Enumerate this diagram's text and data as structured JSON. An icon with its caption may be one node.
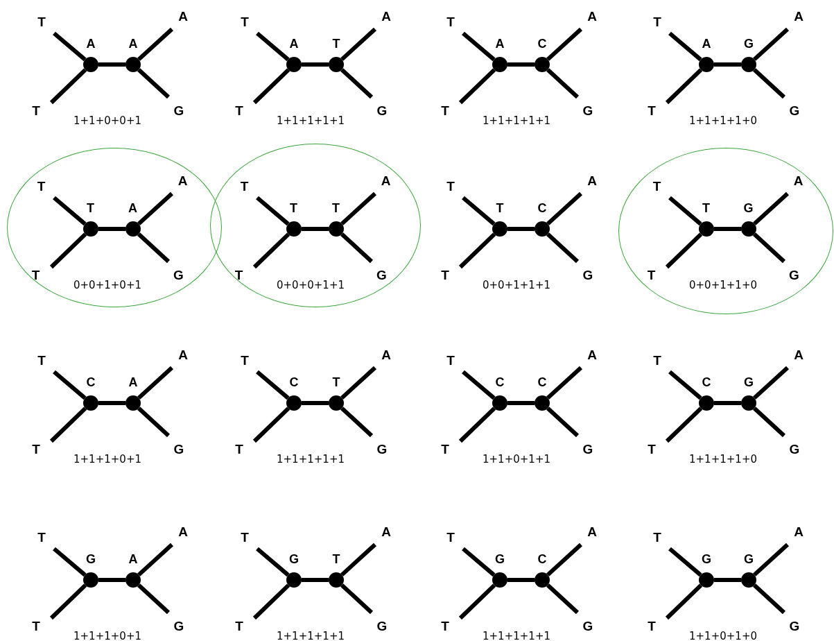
{
  "diagram": {
    "nodes": [
      {
        "text": [
          "T"
        ]
      },
      {
        "text": [],
        "shape": "circle",
        "beside": [
          "A"
        ]
      },
      {
        "text": [],
        "shape": "circle",
        "beside": [
          "A"
        ]
      },
      {
        "text": [
          "A"
        ]
      },
      {
        "text": [
          "T"
        ]
      },
      {
        "text": [
          "G"
        ]
      },
      {
        "text": [
          "T"
        ]
      },
      {
        "text": [],
        "shape": "circle",
        "beside": [
          "A"
        ]
      },
      {
        "text": [],
        "shape": "circle",
        "beside": [
          "T"
        ]
      },
      {
        "text": [
          "A"
        ]
      },
      {
        "text": [
          "T"
        ]
      },
      {
        "text": [
          "G"
        ]
      },
      {
        "text": [
          "T"
        ]
      },
      {
        "text": [],
        "shape": "circle",
        "beside": [
          "A"
        ]
      },
      {
        "text": [],
        "shape": "circle",
        "beside": [
          "C"
        ]
      },
      {
        "text": [
          "A"
        ]
      },
      {
        "text": [
          "T"
        ]
      },
      {
        "text": [
          "G"
        ]
      },
      {
        "text": [
          "T"
        ]
      },
      {
        "text": [],
        "shape": "circle",
        "beside": [
          "A"
        ]
      },
      {
        "text": [],
        "shape": "circle",
        "beside": [
          "G"
        ]
      },
      {
        "text": [
          "A"
        ]
      },
      {
        "text": [
          "T"
        ]
      },
      {
        "text": [
          "G"
        ]
      },
      {
        "text": [],
        "shape": "ellipse"
      },
      {
        "text": [
          "T"
        ],
        "in": 24
      },
      {
        "text": [],
        "shape": "circle",
        "beside": [
          "T"
        ],
        "in": 24
      },
      {
        "text": [],
        "shape": "circle",
        "beside": [
          "A"
        ],
        "in": 24
      },
      {
        "text": [
          "A"
        ],
        "in": 24
      },
      {
        "text": [
          "T"
        ],
        "in": 24
      },
      {
        "text": [
          "G"
        ],
        "in": 24
      },
      {
        "text": [],
        "shape": "ellipse"
      },
      {
        "text": [
          "T"
        ],
        "in": 31
      },
      {
        "text": [],
        "shape": "circle",
        "beside": [
          "T"
        ],
        "in": 31
      },
      {
        "text": [],
        "shape": "circle",
        "beside": [
          "T"
        ],
        "in": 31
      },
      {
        "text": [
          "A"
        ],
        "in": 31
      },
      {
        "text": [
          "T"
        ],
        "in": 31
      },
      {
        "text": [
          "G"
        ],
        "in": 31
      },
      {
        "text": [
          "T"
        ]
      },
      {
        "text": [],
        "shape": "circle",
        "beside": [
          "T"
        ]
      },
      {
        "text": [],
        "shape": "circle",
        "beside": [
          "C"
        ]
      },
      {
        "text": [
          "A"
        ]
      },
      {
        "text": [
          "T"
        ]
      },
      {
        "text": [
          "G"
        ]
      },
      {
        "text": [],
        "shape": "ellipse"
      },
      {
        "text": [
          "T"
        ],
        "in": 44
      },
      {
        "text": [],
        "shape": "circle",
        "beside": [
          "T"
        ],
        "in": 44
      },
      {
        "text": [],
        "shape": "circle",
        "beside": [
          "G"
        ],
        "in": 44
      },
      {
        "text": [
          "A"
        ],
        "in": 44
      },
      {
        "text": [
          "T"
        ],
        "in": 44
      },
      {
        "text": [
          "G"
        ],
        "in": 44
      },
      {
        "text": [
          "T"
        ]
      },
      {
        "text": [],
        "shape": "circle",
        "beside": [
          "C"
        ]
      },
      {
        "text": [],
        "shape": "circle",
        "beside": [
          "A"
        ]
      },
      {
        "text": [
          "A"
        ]
      },
      {
        "text": [
          "T"
        ]
      },
      {
        "text": [
          "G"
        ]
      },
      {
        "text": [
          "T"
        ]
      },
      {
        "text": [],
        "shape": "circle",
        "beside": [
          "C"
        ]
      },
      {
        "text": [],
        "shape": "circle",
        "beside": [
          "T"
        ]
      },
      {
        "text": [
          "A"
        ]
      },
      {
        "text": [
          "T"
        ]
      },
      {
        "text": [
          "G"
        ]
      },
      {
        "text": [
          "T"
        ]
      },
      {
        "text": [],
        "shape": "circle",
        "beside": [
          "C"
        ]
      },
      {
        "text": [],
        "shape": "circle",
        "beside": [
          "C"
        ]
      },
      {
        "text": [
          "A"
        ]
      },
      {
        "text": [
          "T"
        ]
      },
      {
        "text": [
          "G"
        ]
      },
      {
        "text": [
          "T"
        ]
      },
      {
        "text": [],
        "shape": "circle",
        "beside": [
          "C"
        ]
      },
      {
        "text": [],
        "shape": "circle",
        "beside": [
          "G"
        ]
      },
      {
        "text": [
          "A"
        ]
      },
      {
        "text": [
          "T"
        ]
      },
      {
        "text": [
          "G"
        ]
      },
      {
        "text": [
          "T"
        ]
      },
      {
        "text": [],
        "shape": "circle",
        "beside": [
          "G"
        ]
      },
      {
        "text": [],
        "shape": "circle",
        "beside": [
          "A"
        ]
      },
      {
        "text": [
          "A"
        ]
      },
      {
        "text": [
          "T"
        ]
      },
      {
        "text": [
          "G"
        ]
      },
      {
        "text": [
          "T"
        ]
      },
      {
        "text": [],
        "shape": "circle",
        "beside": [
          "G"
        ]
      },
      {
        "text": [],
        "shape": "circle",
        "beside": [
          "T"
        ]
      },
      {
        "text": [
          "A"
        ]
      },
      {
        "text": [
          "T"
        ]
      },
      {
        "text": [
          "G"
        ]
      },
      {
        "text": [
          "T"
        ]
      },
      {
        "text": [],
        "shape": "circle",
        "beside": [
          "G"
        ]
      },
      {
        "text": [],
        "shape": "circle",
        "beside": [
          "C"
        ]
      },
      {
        "text": [
          "A"
        ]
      },
      {
        "text": [
          "T"
        ]
      },
      {
        "text": [
          "G"
        ]
      },
      {
        "text": [
          "T"
        ]
      },
      {
        "text": [],
        "shape": "circle",
        "beside": [
          "G"
        ]
      },
      {
        "text": [],
        "shape": "circle",
        "beside": [
          "G"
        ]
      },
      {
        "text": [
          "A"
        ]
      },
      {
        "text": [
          "T"
        ]
      },
      {
        "text": [
          "G"
        ]
      }
    ],
    "edges": [
      {
        "from": 0,
        "to": 1,
        "arrow": "none"
      },
      {
        "from": 1,
        "to": 2,
        "arrow": "none"
      },
      {
        "from": 2,
        "to": 3,
        "arrow": "none"
      },
      {
        "from": 4,
        "to": 1,
        "arrow": "none"
      },
      {
        "from": 2,
        "to": 5,
        "arrow": "none"
      },
      {
        "from": 6,
        "to": 7,
        "arrow": "none"
      },
      {
        "from": 7,
        "to": 8,
        "arrow": "none"
      },
      {
        "from": 8,
        "to": 9,
        "arrow": "none"
      },
      {
        "from": 10,
        "to": 7,
        "arrow": "none"
      },
      {
        "from": 8,
        "to": 11,
        "arrow": "none"
      },
      {
        "from": 12,
        "to": 13,
        "arrow": "none"
      },
      {
        "from": 13,
        "to": 14,
        "arrow": "none"
      },
      {
        "from": 14,
        "to": 15,
        "arrow": "none"
      },
      {
        "from": 16,
        "to": 13,
        "arrow": "none"
      },
      {
        "from": 14,
        "to": 17,
        "arrow": "none"
      },
      {
        "from": 18,
        "to": 19,
        "arrow": "none"
      },
      {
        "from": 19,
        "to": 20,
        "arrow": "none"
      },
      {
        "from": 20,
        "to": 21,
        "arrow": "none"
      },
      {
        "from": 22,
        "to": 19,
        "arrow": "none"
      },
      {
        "from": 20,
        "to": 23,
        "arrow": "none"
      },
      {
        "from": 25,
        "to": 26,
        "arrow": "none"
      },
      {
        "from": 26,
        "to": 27,
        "arrow": "none"
      },
      {
        "from": 27,
        "to": 28,
        "arrow": "none"
      },
      {
        "from": 29,
        "to": 26,
        "arrow": "none"
      },
      {
        "from": 27,
        "to": 30,
        "arrow": "none"
      },
      {
        "from": 32,
        "to": 33,
        "arrow": "none"
      },
      {
        "from": 33,
        "to": 34,
        "arrow": "none"
      },
      {
        "from": 34,
        "to": 35,
        "arrow": "none"
      },
      {
        "from": 36,
        "to": 33,
        "arrow": "none"
      },
      {
        "from": 34,
        "to": 37,
        "arrow": "none"
      },
      {
        "from": 38,
        "to": 39,
        "arrow": "none"
      },
      {
        "from": 39,
        "to": 40,
        "arrow": "none"
      },
      {
        "from": 40,
        "to": 41,
        "arrow": "none"
      },
      {
        "from": 42,
        "to": 39,
        "arrow": "none"
      },
      {
        "from": 40,
        "to": 43,
        "arrow": "none"
      },
      {
        "from": 45,
        "to": 46,
        "arrow": "none"
      },
      {
        "from": 46,
        "to": 47,
        "arrow": "none"
      },
      {
        "from": 47,
        "to": 48,
        "arrow": "none"
      },
      {
        "from": 49,
        "to": 46,
        "arrow": "none"
      },
      {
        "from": 47,
        "to": 50,
        "arrow": "none"
      },
      {
        "from": 51,
        "to": 52,
        "arrow": "none"
      },
      {
        "from": 52,
        "to": 53,
        "arrow": "none"
      },
      {
        "from": 53,
        "to": 54,
        "arrow": "none"
      },
      {
        "from": 55,
        "to": 52,
        "arrow": "none"
      },
      {
        "from": 53,
        "to": 56,
        "arrow": "none"
      },
      {
        "from": 57,
        "to": 58,
        "arrow": "none"
      },
      {
        "from": 58,
        "to": 59,
        "arrow": "none"
      },
      {
        "from": 59,
        "to": 60,
        "arrow": "none"
      },
      {
        "from": 61,
        "to": 58,
        "arrow": "none"
      },
      {
        "from": 59,
        "to": 62,
        "arrow": "none"
      },
      {
        "from": 63,
        "to": 64,
        "arrow": "none"
      },
      {
        "from": 64,
        "to": 65,
        "arrow": "none"
      },
      {
        "from": 65,
        "to": 66,
        "arrow": "none"
      },
      {
        "from": 67,
        "to": 64,
        "arrow": "none"
      },
      {
        "from": 65,
        "to": 68,
        "arrow": "none"
      },
      {
        "from": 69,
        "to": 70,
        "arrow": "none"
      },
      {
        "from": 70,
        "to": 71,
        "arrow": "none"
      },
      {
        "from": 71,
        "to": 72,
        "arrow": "none"
      },
      {
        "from": 73,
        "to": 70,
        "arrow": "none"
      },
      {
        "from": 71,
        "to": 74,
        "arrow": "none"
      },
      {
        "from": 75,
        "to": 76,
        "arrow": "none"
      },
      {
        "from": 76,
        "to": 77,
        "arrow": "none"
      },
      {
        "from": 77,
        "to": 78,
        "arrow": "none"
      },
      {
        "from": 79,
        "to": 76,
        "arrow": "none"
      },
      {
        "from": 77,
        "to": 80,
        "arrow": "none"
      },
      {
        "from": 81,
        "to": 82,
        "arrow": "none"
      },
      {
        "from": 82,
        "to": 83,
        "arrow": "none"
      },
      {
        "from": 83,
        "to": 84,
        "arrow": "none"
      },
      {
        "from": 85,
        "to": 82,
        "arrow": "none"
      },
      {
        "from": 83,
        "to": 86,
        "arrow": "none"
      },
      {
        "from": 87,
        "to": 88,
        "arrow": "none"
      },
      {
        "from": 88,
        "to": 89,
        "arrow": "none"
      },
      {
        "from": 89,
        "to": 90,
        "arrow": "none"
      },
      {
        "from": 91,
        "to": 88,
        "arrow": "none"
      },
      {
        "from": 89,
        "to": 92,
        "arrow": "none"
      },
      {
        "from": 93,
        "to": 94,
        "arrow": "none"
      },
      {
        "from": 94,
        "to": 95,
        "arrow": "none"
      },
      {
        "from": 95,
        "to": 96,
        "arrow": "none"
      },
      {
        "from": 97,
        "to": 94,
        "arrow": "none"
      },
      {
        "from": 95,
        "to": 98,
        "arrow": "none"
      }
    ],
    "labels": [
      "1+1+0+0+1",
      "1+1+1+1+1",
      "1+1+1+1+1",
      "1+1+1+1+0",
      "0+0+1+0+1",
      "0+0+0+1+1",
      "0+0+1+1+1",
      "0+0+1+1+0",
      "1+1+1+0+1",
      "1+1+1+1+1",
      "1+1+0+1+1",
      "1+1+1+1+0",
      "1+1+1+0+1",
      "1+1+1+1+1",
      "1+1+1+1+1",
      "1+1+0+1+0"
    ]
  }
}
